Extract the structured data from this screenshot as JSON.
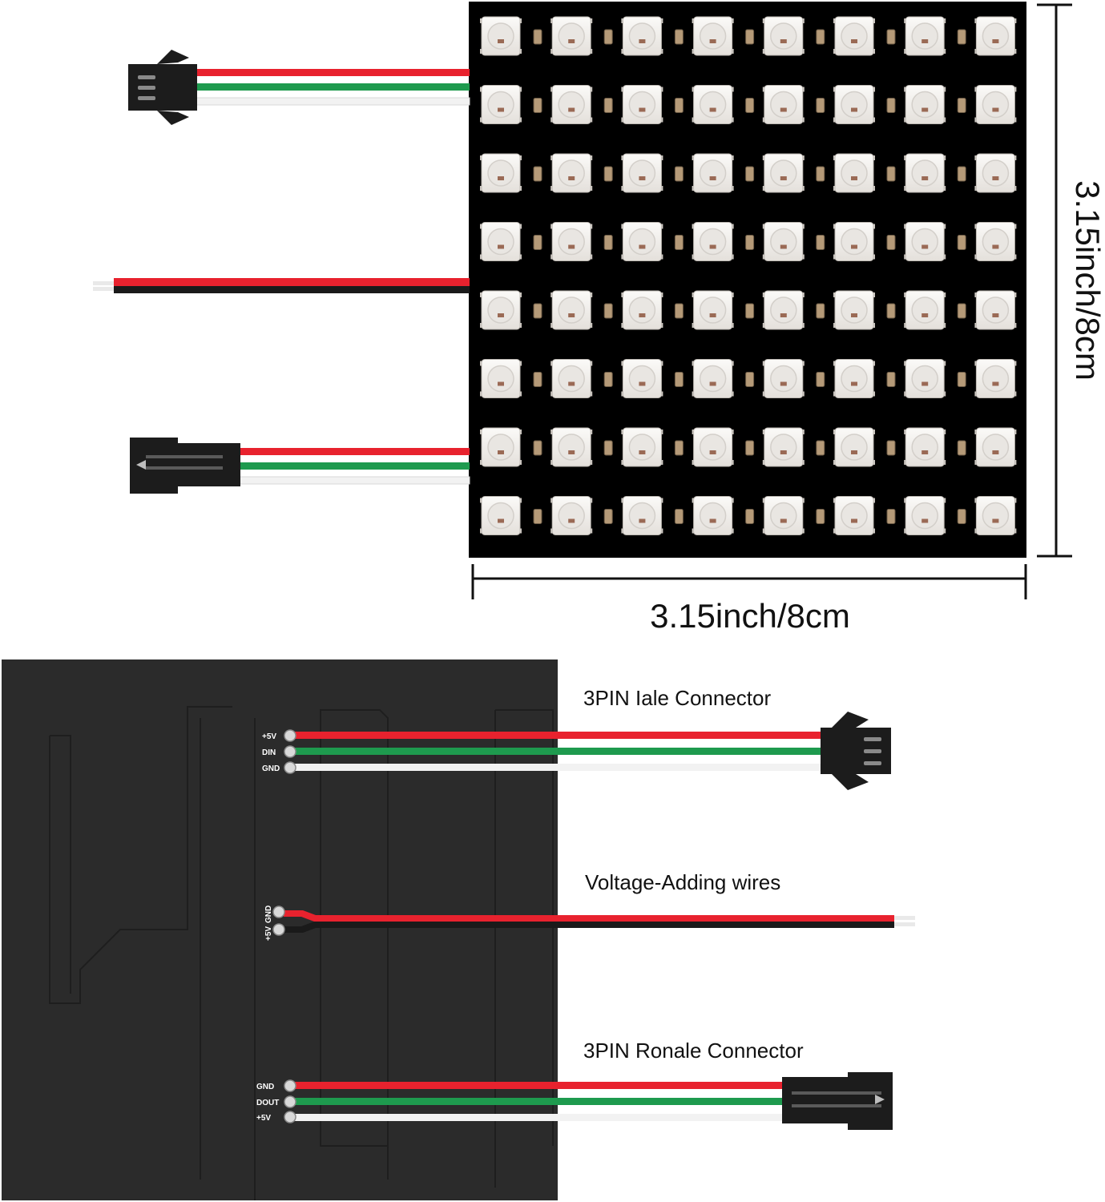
{
  "dimensions": {
    "width_label": "3.15inch/8cm",
    "height_label": "3.15inch/8cm"
  },
  "matrix": {
    "rows": 8,
    "cols": 8
  },
  "callouts": {
    "male_connector": "3PIN Iale Connector",
    "voltage_wires": "Voltage-Adding wires",
    "female_connector": "3PIN Ronale Connector"
  },
  "pins": {
    "input": [
      "+5V",
      "DIN",
      "GND"
    ],
    "power": [
      "GND",
      "+5V"
    ],
    "output": [
      "GND",
      "DOUT",
      "+5V"
    ]
  },
  "colors": {
    "wire_red": "#e8222e",
    "wire_green": "#1e9a4e",
    "wire_white": "#f2f2f2",
    "wire_black": "#1a1a1a",
    "panel_dark": "#2b2b2b",
    "board": "#000000",
    "led": "#f1eeea"
  }
}
